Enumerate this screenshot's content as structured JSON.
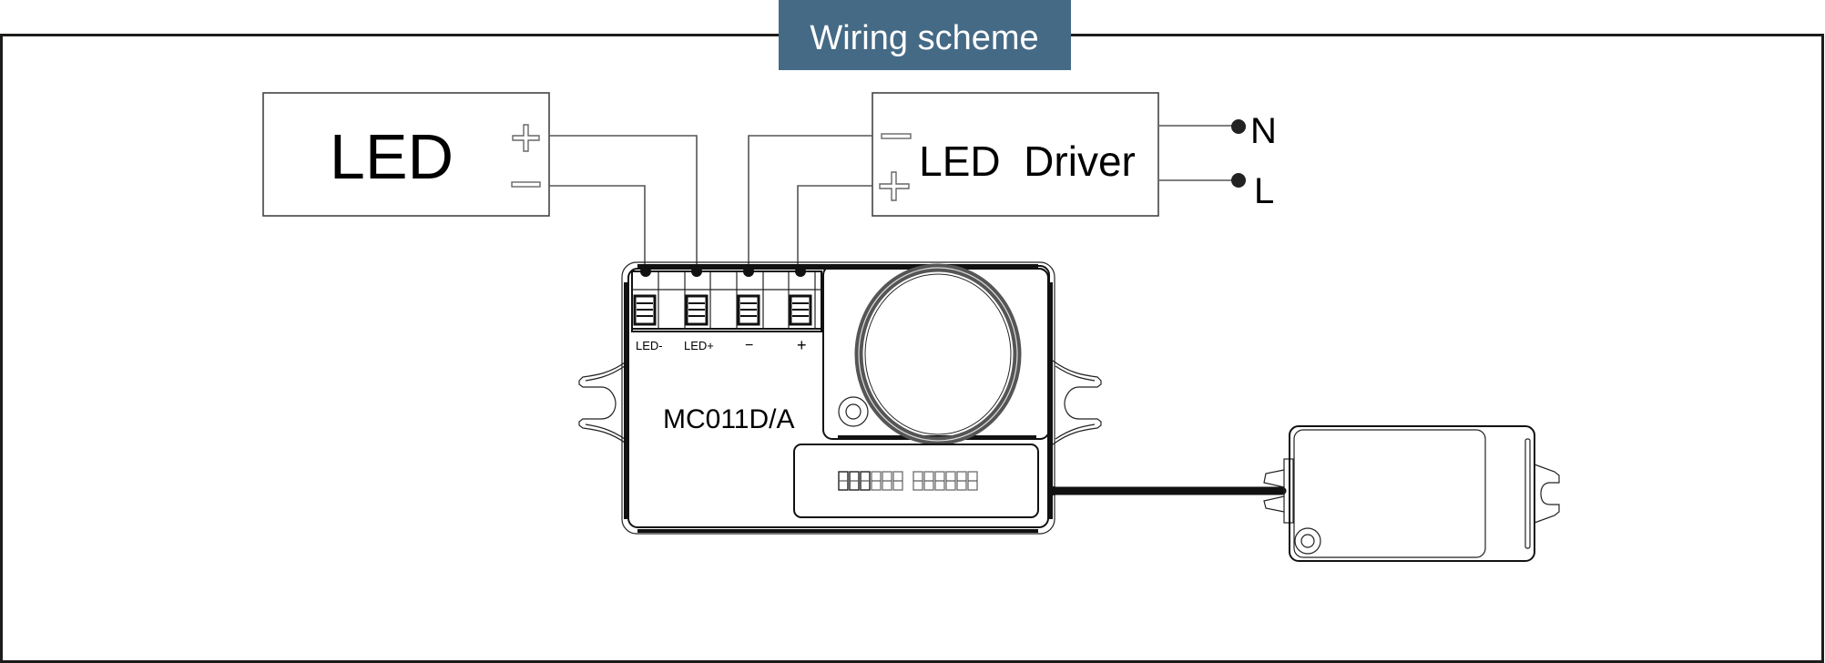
{
  "header": {
    "title": "Wiring scheme",
    "background_color": "#456a86",
    "text_color": "#ffffff"
  },
  "led_box": {
    "label": "LED",
    "terminals": [
      {
        "symbol": "plus-icon",
        "polarity": "+"
      },
      {
        "symbol": "minus-icon",
        "polarity": "-"
      }
    ]
  },
  "driver_box": {
    "label": "LED  Driver",
    "terminals": [
      {
        "symbol": "minus-icon",
        "polarity": "-"
      },
      {
        "symbol": "plus-icon",
        "polarity": "+"
      }
    ],
    "mains": [
      {
        "label": "N"
      },
      {
        "label": "L"
      }
    ]
  },
  "sensor_module": {
    "model": "MC011D/A",
    "terminal_labels": [
      "LED-",
      "LED+",
      "−",
      "+"
    ],
    "dip_switch_groups": [
      6,
      6
    ]
  },
  "connections": [
    {
      "from": "LED +",
      "to": "LED+ terminal"
    },
    {
      "from": "LED -",
      "to": "LED- terminal"
    },
    {
      "from": "LED Driver -",
      "to": "− terminal"
    },
    {
      "from": "LED Driver +",
      "to": "+ terminal"
    },
    {
      "from": "MC011D/A",
      "to": "remote sensor head"
    }
  ]
}
